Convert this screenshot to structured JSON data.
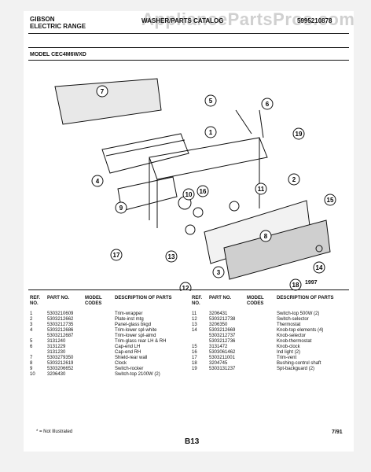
{
  "header": {
    "brand": "GIBSON",
    "category": "ELECTRIC RANGE",
    "title": "WASHER/PARTS CATALOG",
    "catalog_number": "5995210878",
    "watermark": "AppliancePartsPros.com"
  },
  "model_line": "MODEL CEC4M6WXD",
  "diagram": {
    "code": "1997",
    "callouts": [
      "1",
      "2",
      "3",
      "4",
      "5",
      "6",
      "7",
      "8",
      "9",
      "10",
      "11",
      "12",
      "13",
      "14",
      "15",
      "16",
      "17",
      "18",
      "19"
    ]
  },
  "table": {
    "headers": {
      "ref": "REF. NO.",
      "part": "PART NO.",
      "model": "MODEL CODES",
      "desc": "DESCRIPTION OF PARTS"
    },
    "left": [
      {
        "ref": "1",
        "part": "5303210609",
        "model": "",
        "desc": "Trim-wrapper"
      },
      {
        "ref": "2",
        "part": "5303212662",
        "model": "",
        "desc": "Plate-inst mtg"
      },
      {
        "ref": "3",
        "part": "5303212735",
        "model": "",
        "desc": "Panel-glass bkgd"
      },
      {
        "ref": "4",
        "part": "5303212686",
        "model": "",
        "desc": "Trim-lower spl-white"
      },
      {
        "ref": "",
        "part": "5303212687",
        "model": "",
        "desc": "Trim-lower spl-almd"
      },
      {
        "ref": "5",
        "part": "3131240",
        "model": "",
        "desc": "Trim-glass rear LH & RH"
      },
      {
        "ref": "6",
        "part": "3131229",
        "model": "",
        "desc": "Cap-end LH"
      },
      {
        "ref": "",
        "part": "3131230",
        "model": "",
        "desc": "Cap-end RH"
      },
      {
        "ref": "7",
        "part": "5303279350",
        "model": "",
        "desc": "Shield-rear wall"
      },
      {
        "ref": "8",
        "part": "5303212619",
        "model": "",
        "desc": "Clock"
      },
      {
        "ref": "9",
        "part": "5303206652",
        "model": "",
        "desc": "Switch-rocker"
      },
      {
        "ref": "10",
        "part": "3206430",
        "model": "",
        "desc": "Switch-top 2100W (2)"
      }
    ],
    "right": [
      {
        "ref": "11",
        "part": "3206431",
        "model": "",
        "desc": "Switch-top 500W (2)"
      },
      {
        "ref": "12",
        "part": "5303212738",
        "model": "",
        "desc": "Switch-selector"
      },
      {
        "ref": "13",
        "part": "3206350",
        "model": "",
        "desc": "Thermostat"
      },
      {
        "ref": "14",
        "part": "5303212669",
        "model": "",
        "desc": "Knob-top elements (4)"
      },
      {
        "ref": "",
        "part": "5303212737",
        "model": "",
        "desc": "Knob-selector"
      },
      {
        "ref": "",
        "part": "5303212736",
        "model": "",
        "desc": "Knob-thermostat"
      },
      {
        "ref": "15",
        "part": "3131472",
        "model": "",
        "desc": "Knob-clock"
      },
      {
        "ref": "16",
        "part": "5303061462",
        "model": "",
        "desc": "Ind light (2)"
      },
      {
        "ref": "17",
        "part": "5303211001",
        "model": "",
        "desc": "Trim-vent"
      },
      {
        "ref": "18",
        "part": "3204745",
        "model": "",
        "desc": "Bushing-control shaft"
      },
      {
        "ref": "19",
        "part": "5303131237",
        "model": "",
        "desc": "Spt-backguard (2)"
      }
    ]
  },
  "footer": {
    "note": "* = Not Illustrated",
    "page": "B13",
    "date": "7/91"
  }
}
